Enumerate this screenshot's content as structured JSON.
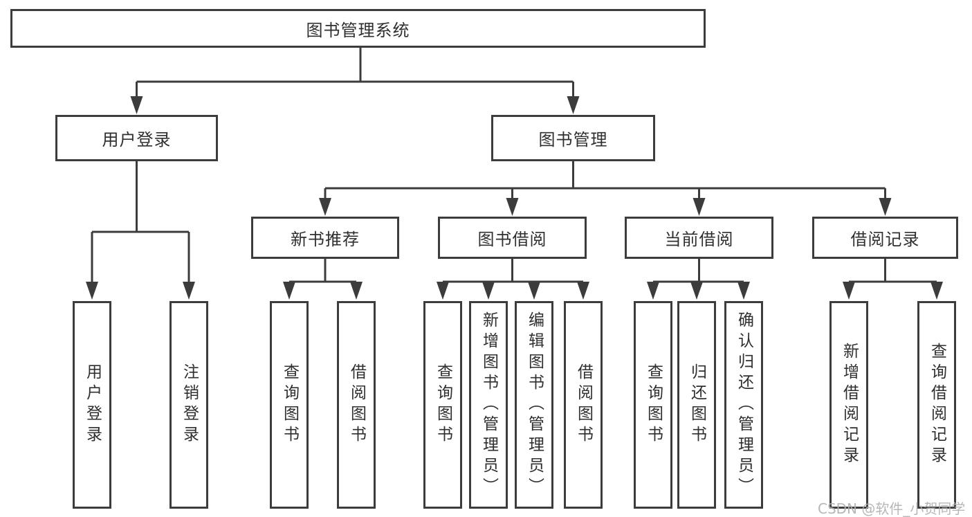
{
  "watermark": "CSDN @软件_小贺同学",
  "colors": {
    "line": "#3c3c3c",
    "text": "#2f2f2f",
    "background": "#ffffff",
    "watermark": "#b0b0b0"
  },
  "tree": {
    "label": "图书管理系统",
    "children": [
      {
        "label": "用户登录",
        "children": [
          {
            "label": "用户登录"
          },
          {
            "label": "注销登录"
          }
        ]
      },
      {
        "label": "图书管理",
        "children": [
          {
            "label": "新书推荐",
            "children": [
              {
                "label": "查询图书"
              },
              {
                "label": "借阅图书"
              }
            ]
          },
          {
            "label": "图书借阅",
            "children": [
              {
                "label": "查询图书"
              },
              {
                "label": "新增图书（管理员）"
              },
              {
                "label": "编辑图书（管理员）"
              },
              {
                "label": "借阅图书"
              }
            ]
          },
          {
            "label": "当前借阅",
            "children": [
              {
                "label": "查询图书"
              },
              {
                "label": "归还图书"
              },
              {
                "label": "确认归还（管理员）"
              }
            ]
          },
          {
            "label": "借阅记录",
            "children": [
              {
                "label": "新增借阅记录"
              },
              {
                "label": "查询借阅记录"
              }
            ]
          }
        ]
      }
    ]
  }
}
